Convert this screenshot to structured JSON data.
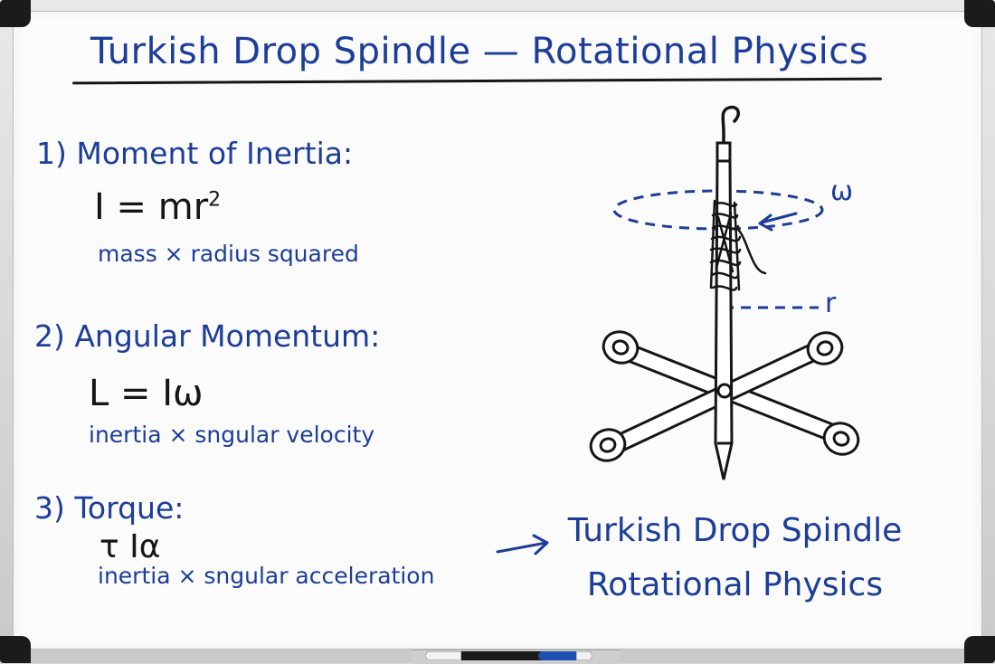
{
  "title": "Turkish Drop Spindle — Rotational Physics",
  "sections": [
    {
      "heading": "1) Moment of Inertia:",
      "formula_main": "I = mr",
      "formula_sup": "2",
      "caption": "mass × radius squared"
    },
    {
      "heading": "2) Angular Momentum:",
      "formula_main": "L = Iω",
      "caption": "inertia × sngular velocity"
    },
    {
      "heading": "3) Torque:",
      "formula_main": "τ Iα",
      "caption": "inertia × sngular acceleration"
    }
  ],
  "diagram": {
    "omega_label": "ω",
    "radius_label": "r"
  },
  "bottom_label": {
    "line1": "Turkish Drop Spindle",
    "line2": "Rotational Physics"
  },
  "colors": {
    "blue_ink": "#1c3d99",
    "black_ink": "#151515",
    "board": "#fbfbfb"
  }
}
